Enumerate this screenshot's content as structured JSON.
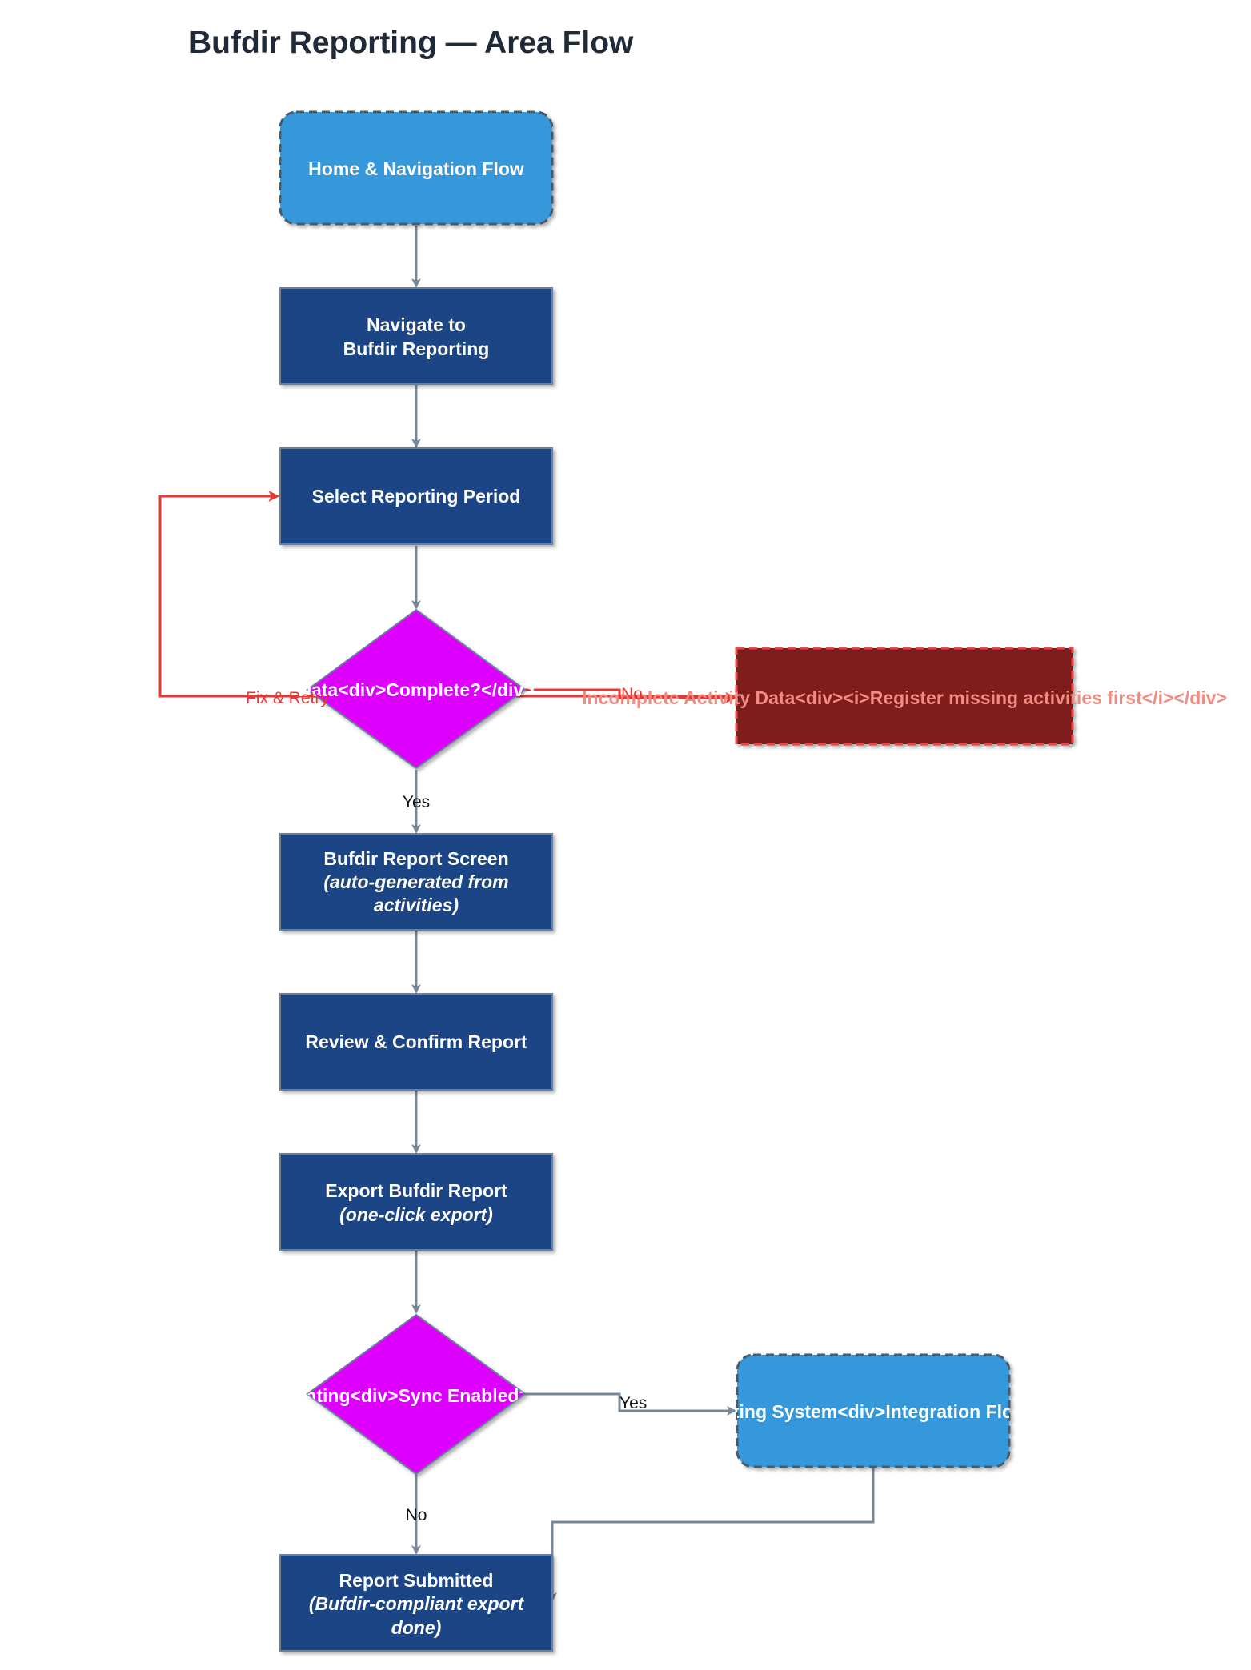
{
  "title": "Bufdir Reporting — Area Flow",
  "colors": {
    "process_fill": "#1e4485",
    "process_stroke": "#6b7f99",
    "subflow_fill": "#3498db",
    "subflow_stroke": "#4a5a6b",
    "decision_fill": "#dd00ff",
    "error_fill": "#7f1d1d",
    "error_stroke": "#ef4444",
    "edge": "#778899",
    "error_edge": "#e53935",
    "error_text": "#f28b82"
  },
  "nodes": {
    "home_flow": {
      "label": "Home & Navigation Flow"
    },
    "navigate": {
      "line1": "Navigate to",
      "line2": "Bufdir Reporting"
    },
    "select_period": {
      "label": "Select Reporting Period"
    },
    "data_complete": {
      "label": "Data<div>Complete?</div>"
    },
    "incomplete_data": {
      "label": "Incomplete Activity Data<div><i>Register missing activities first</i></div>"
    },
    "report_screen": {
      "line1": "Bufdir Report Screen",
      "line2": "(auto-generated from",
      "line3": "activities)"
    },
    "review_confirm": {
      "label": "Review & Confirm Report"
    },
    "export_report": {
      "line1": "Export Bufdir Report",
      "line2": "(one-click export)"
    },
    "accounting_sync": {
      "label": "Accounting<div>Sync Enabled?</div>"
    },
    "accounting_integration": {
      "label": "Accounting System<div>Integration Flow</div>"
    },
    "report_submitted": {
      "line1": "Report Submitted",
      "line2": "(Bufdir-compliant export",
      "line3": "done)"
    }
  },
  "edge_labels": {
    "fix_retry": "Fix & Retry",
    "no_incomplete": "No",
    "yes_complete": "Yes",
    "yes_sync": "Yes",
    "no_sync": "No"
  }
}
